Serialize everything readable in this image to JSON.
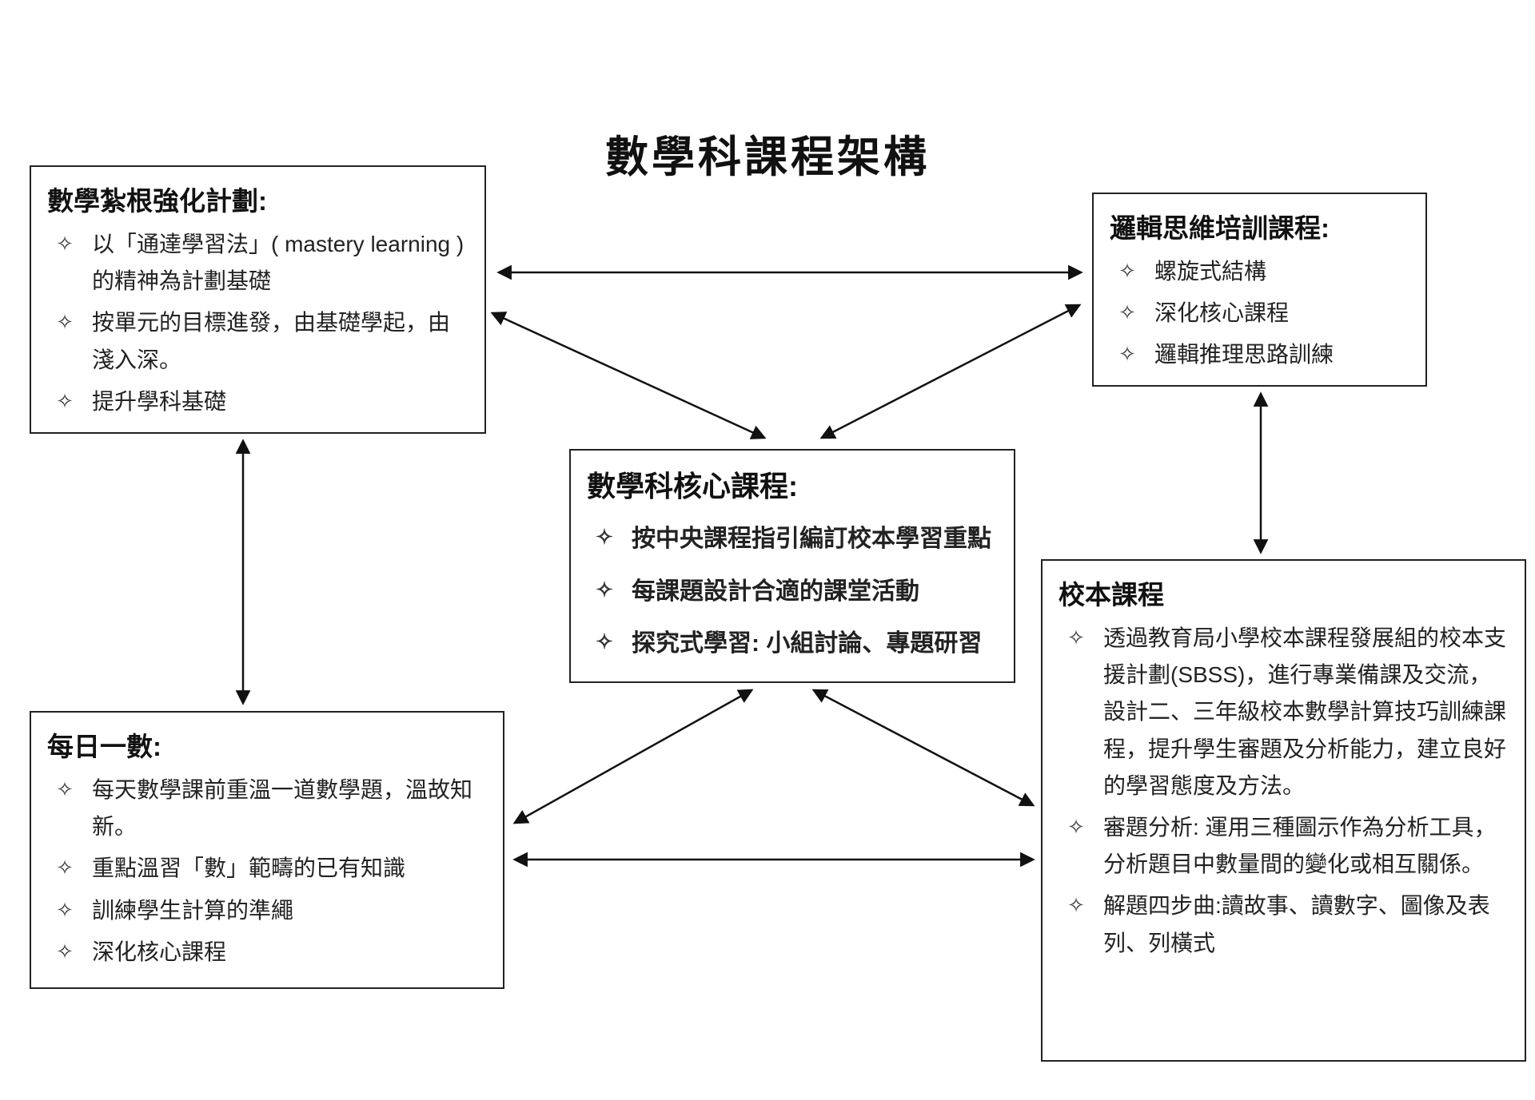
{
  "title": "數學科課程架構",
  "bullet_icon": "✧",
  "colors": {
    "box_border": "#222222",
    "text": "#111111",
    "background": "#ffffff",
    "arrow": "#111111"
  },
  "boxes": {
    "strengthening_plan": {
      "title": "數學紮根強化計劃:",
      "items": [
        "以「通達學習法」( mastery learning ) 的精神為計劃基礎",
        "按單元的目標進發，由基礎學起，由淺入深。",
        "提升學科基礎"
      ]
    },
    "logical_thinking": {
      "title": "邏輯思維培訓課程:",
      "items": [
        "螺旋式結構",
        "深化核心課程",
        "邏輯推理思路訓練"
      ]
    },
    "core_curriculum": {
      "title": "數學科核心課程:",
      "items": [
        "按中央課程指引編訂校本學習重點",
        "每課題設計合適的課堂活動",
        "探究式學習: 小組討論、專題研習"
      ]
    },
    "daily_math": {
      "title": "每日一數:",
      "items": [
        "每天數學課前重溫一道數學題，溫故知新。",
        "重點溫習「數」範疇的已有知識",
        "訓練學生計算的準繩",
        "深化核心課程"
      ]
    },
    "school_based": {
      "title": "校本課程",
      "items": [
        "透過教育局小學校本課程發展組的校本支援計劃(SBSS)，進行專業備課及交流，設計二、三年級校本數學計算技巧訓練課程，提升學生審題及分析能力，建立良好的學習態度及方法。",
        "審題分析: 運用三種圖示作為分析工具，分析題目中數量間的變化或相互關係。",
        "解題四步曲:讀故事、讀數字、圖像及表列、列橫式"
      ]
    }
  },
  "connections": [
    {
      "from": "strengthening_plan",
      "to": "logical_thinking",
      "bidirectional": true
    },
    {
      "from": "strengthening_plan",
      "to": "core_curriculum",
      "bidirectional": true
    },
    {
      "from": "logical_thinking",
      "to": "core_curriculum",
      "bidirectional": true
    },
    {
      "from": "strengthening_plan",
      "to": "daily_math",
      "bidirectional": true
    },
    {
      "from": "logical_thinking",
      "to": "school_based",
      "bidirectional": true
    },
    {
      "from": "core_curriculum",
      "to": "daily_math",
      "bidirectional": true
    },
    {
      "from": "core_curriculum",
      "to": "school_based",
      "bidirectional": true
    },
    {
      "from": "daily_math",
      "to": "school_based",
      "bidirectional": true
    }
  ]
}
